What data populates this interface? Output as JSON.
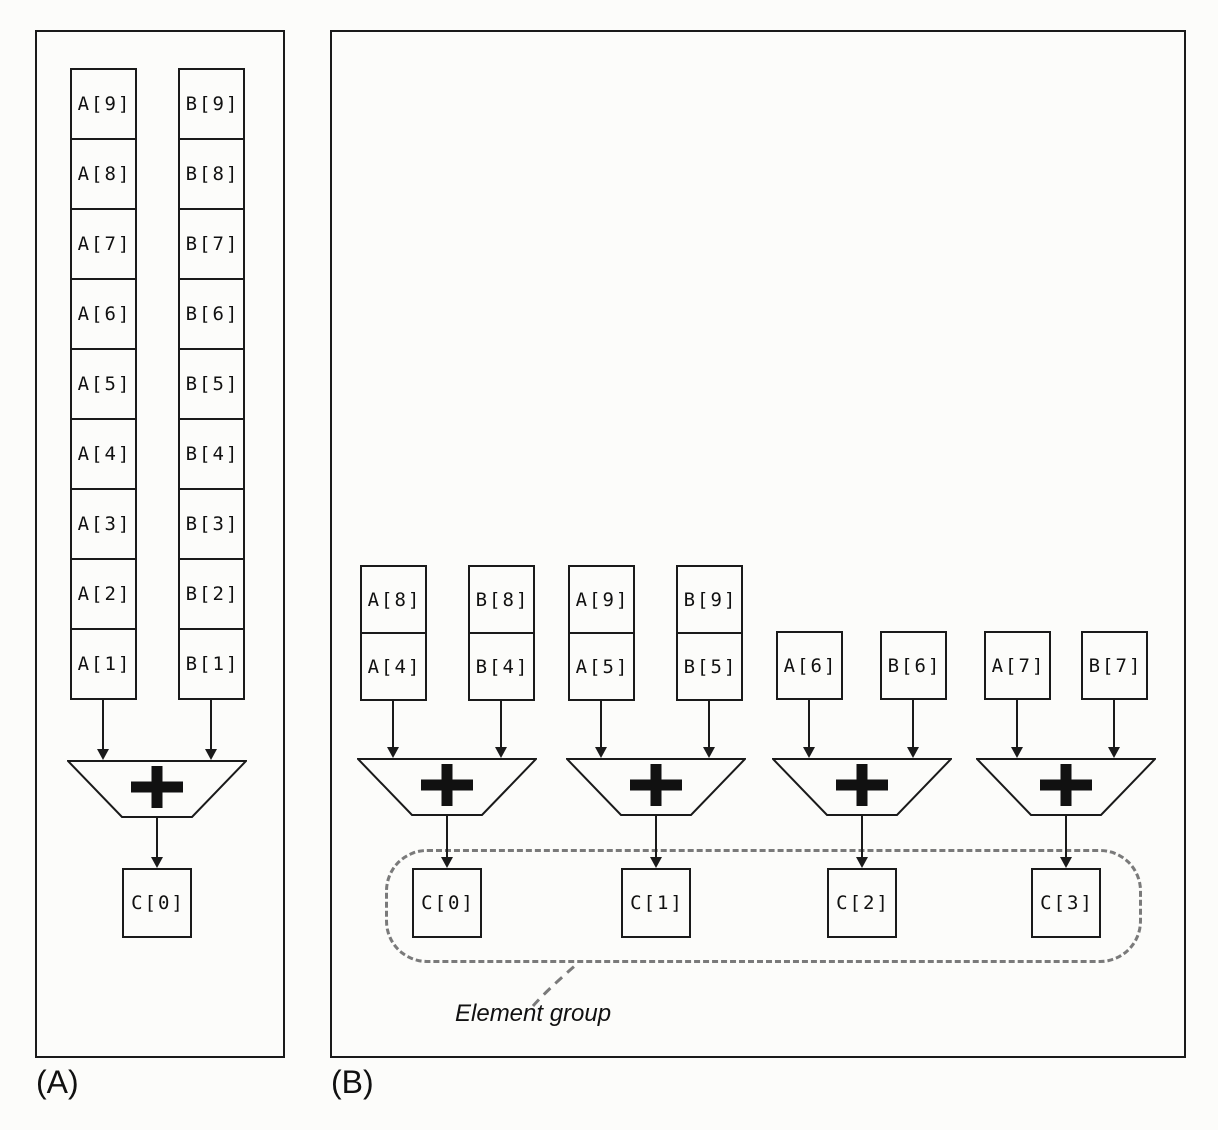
{
  "figure": {
    "panel_a": {
      "label": "(A)",
      "column_a": [
        "A[9]",
        "A[8]",
        "A[7]",
        "A[6]",
        "A[5]",
        "A[4]",
        "A[3]",
        "A[2]",
        "A[1]"
      ],
      "column_b": [
        "B[9]",
        "B[8]",
        "B[7]",
        "B[6]",
        "B[5]",
        "B[4]",
        "B[3]",
        "B[2]",
        "B[1]"
      ],
      "adder_symbol": "+",
      "result": "C[0]"
    },
    "panel_b": {
      "label": "(B)",
      "adder_symbol": "+",
      "groups": [
        {
          "a": [
            "A[8]",
            "A[4]"
          ],
          "b": [
            "B[8]",
            "B[4]"
          ],
          "result": "C[0]"
        },
        {
          "a": [
            "A[9]",
            "A[5]"
          ],
          "b": [
            "B[9]",
            "B[5]"
          ],
          "result": "C[1]"
        },
        {
          "a": [
            "A[6]"
          ],
          "b": [
            "B[6]"
          ],
          "result": "C[2]"
        },
        {
          "a": [
            "A[7]"
          ],
          "b": [
            "B[7]"
          ],
          "result": "C[3]"
        }
      ],
      "element_group_label": "Element group"
    },
    "colors": {
      "line": "#1a1a1a",
      "dashed_outline": "#7a7a7a",
      "background": "#fcfcfa"
    }
  }
}
